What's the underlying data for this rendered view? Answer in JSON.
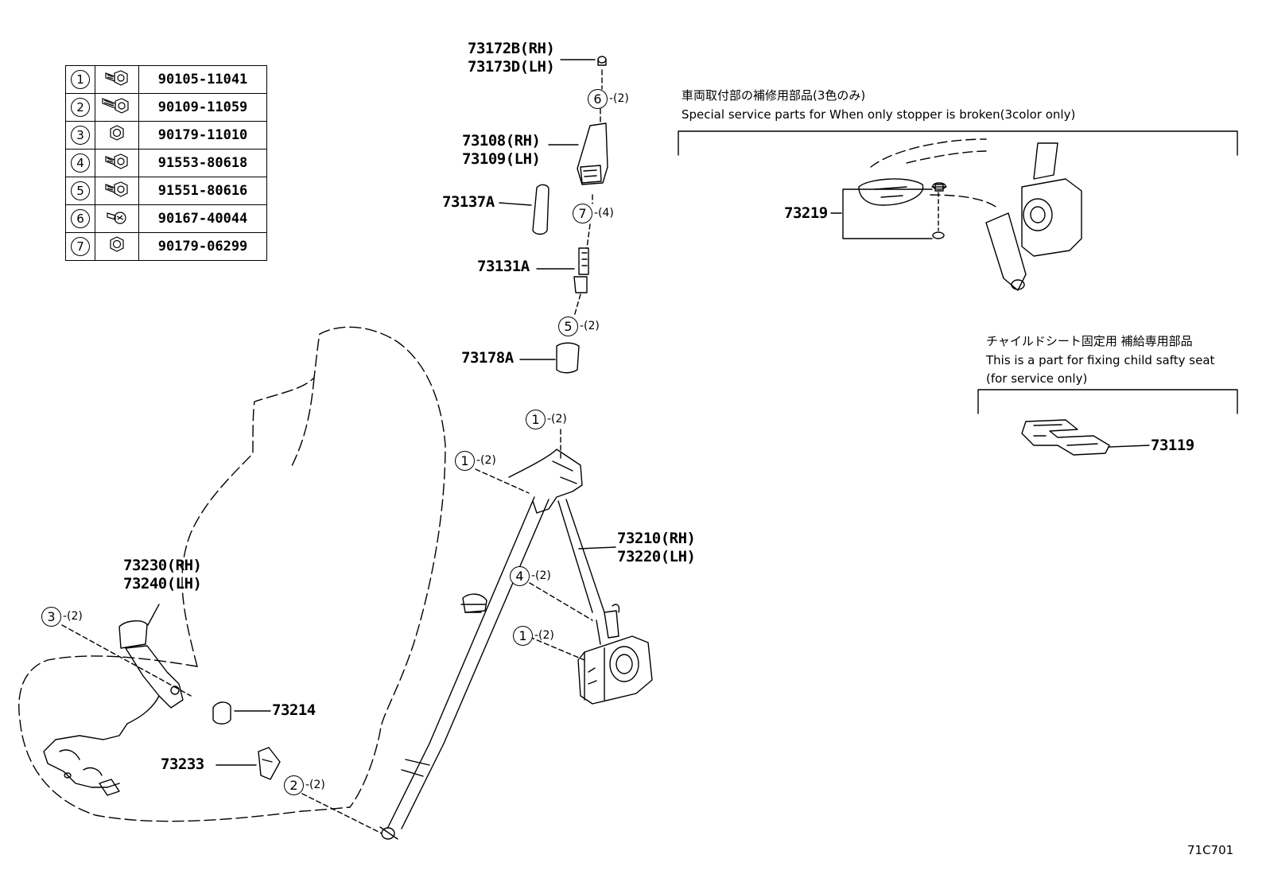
{
  "parts_table": [
    {
      "num": "1",
      "icon": "bolt-icon",
      "part": "90105-11041"
    },
    {
      "num": "2",
      "icon": "long-bolt-icon",
      "part": "90109-11059"
    },
    {
      "num": "3",
      "icon": "nut-icon",
      "part": "90179-11010"
    },
    {
      "num": "4",
      "icon": "bolt-icon",
      "part": "91553-80618"
    },
    {
      "num": "5",
      "icon": "bolt-icon",
      "part": "91551-80616"
    },
    {
      "num": "6",
      "icon": "screw-icon",
      "part": "90167-40044"
    },
    {
      "num": "7",
      "icon": "nut-icon",
      "part": "90179-06299"
    }
  ],
  "labels": {
    "p73172": "73172B(RH)\n73173D(LH)",
    "p73108": "73108(RH)\n73109(LH)",
    "p73137": "73137A",
    "p73131": "73131A",
    "p73178": "73178A",
    "p73210": "73210(RH)\n73220(LH)",
    "p73230": "73230(RH)\n73240(LH)",
    "p73214": "73214",
    "p73233": "73233",
    "p73219": "73219",
    "p73119": "73119"
  },
  "callouts": {
    "c6": {
      "num": "6",
      "qty": "-(2)"
    },
    "c7": {
      "num": "7",
      "qty": "-(4)"
    },
    "c5": {
      "num": "5",
      "qty": "-(2)"
    },
    "c1a": {
      "num": "1",
      "qty": "-(2)"
    },
    "c1b": {
      "num": "1",
      "qty": "-(2)"
    },
    "c4": {
      "num": "4",
      "qty": "-(2)"
    },
    "c1c": {
      "num": "1",
      "qty": "-(2)"
    },
    "c3": {
      "num": "3",
      "qty": "-(2)"
    },
    "c2": {
      "num": "2",
      "qty": "-(2)"
    }
  },
  "notes": {
    "stopper_jp": "車両取付部の補修用部品(3色のみ)",
    "stopper_en": "Special service parts for When only stopper is broken(3color only)",
    "child_jp": "チャイルドシート固定用 補給専用部品",
    "child_en1": "This is a part for fixing child safty seat",
    "child_en2": "(for service only)"
  },
  "diagram_code": "71C701"
}
